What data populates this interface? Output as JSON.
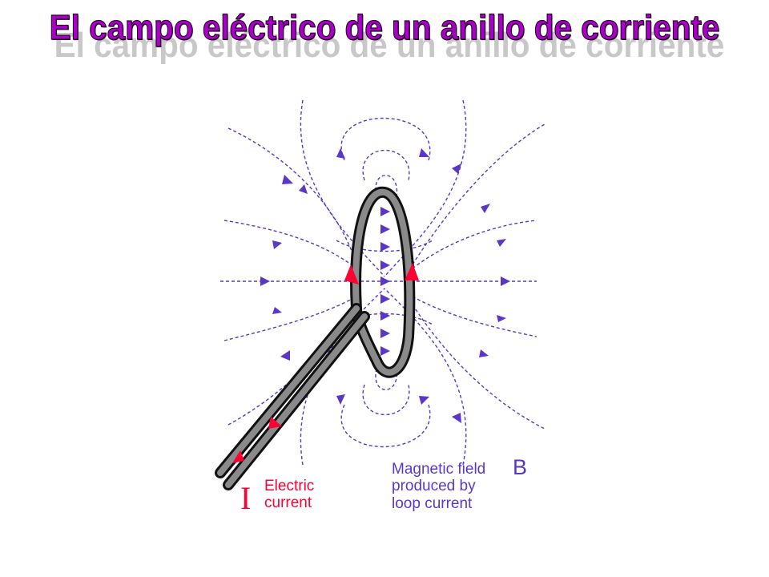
{
  "title": "El campo eléctrico de un anillo de corriente",
  "diagram": {
    "current_symbol": "I",
    "current_label_line1": "Electric",
    "current_label_line2": "current",
    "field_label_line1": "Magnetic field",
    "field_label_line2": "produced by",
    "field_label_line3": "loop current",
    "field_symbol": "B"
  },
  "colors": {
    "title": "#a800c8",
    "field_lines": "#5a37c8",
    "current": "#ff0033",
    "wire": "#808080"
  }
}
